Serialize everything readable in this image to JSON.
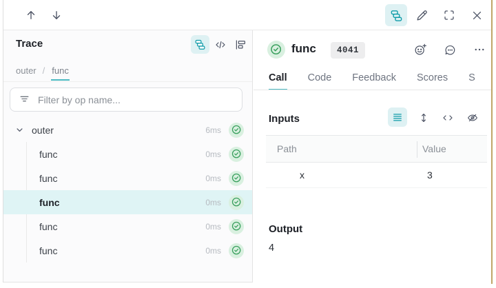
{
  "colors": {
    "accent_teal": "#0d9ba8",
    "accent_teal_bg": "#def1f3",
    "underline_teal": "#4ab9c1",
    "selected_row_bg": "#dff4f5",
    "success_green": "#3aa05e",
    "success_green_bg": "#d9f0e0",
    "badge_bg": "#ededee",
    "frame_right": "#c0a567"
  },
  "topbar": {
    "icons": [
      "up-arrow",
      "down-arrow",
      "trace-tree",
      "pencil",
      "fullscreen",
      "close"
    ]
  },
  "trace_panel": {
    "title": "Trace",
    "view_icons": [
      "trace-tree",
      "code",
      "flame-graph"
    ],
    "breadcrumb": {
      "items": [
        "outer",
        "func"
      ],
      "separator": "/"
    },
    "filter": {
      "placeholder": "Filter by op name...",
      "icon": "filter"
    },
    "tree": [
      {
        "label": "outer",
        "duration": "6ms",
        "status": "success"
      },
      {
        "label": "func",
        "duration": "0ms",
        "status": "success"
      },
      {
        "label": "func",
        "duration": "0ms",
        "status": "success"
      },
      {
        "label": "func",
        "duration": "0ms",
        "status": "success"
      },
      {
        "label": "func",
        "duration": "0ms",
        "status": "success"
      },
      {
        "label": "func",
        "duration": "0ms",
        "status": "success"
      }
    ]
  },
  "call_panel": {
    "status": "success",
    "title": "func",
    "badge": "4041",
    "header_icons": [
      "add-reaction",
      "comment",
      "more"
    ],
    "tabs": [
      "Call",
      "Code",
      "Feedback",
      "Scores",
      "S"
    ],
    "inputs": {
      "title": "Inputs",
      "toolbar_icons": [
        "list-view",
        "expand-vertical",
        "code",
        "hide"
      ],
      "table": {
        "columns": [
          "Path",
          "Value"
        ],
        "rows": [
          [
            "x",
            "3"
          ]
        ]
      }
    },
    "output": {
      "title": "Output",
      "value": "4"
    }
  }
}
